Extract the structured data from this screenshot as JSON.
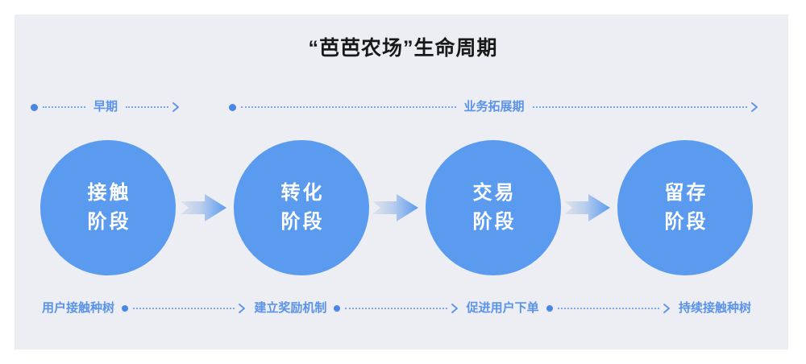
{
  "page": {
    "title": "“芭芭农场”生命周期",
    "panel_bg": "#eceef3",
    "accent": "#5b9bef",
    "label_color": "#5b93ea",
    "title_color": "#18191b"
  },
  "phases": [
    {
      "label": "早期"
    },
    {
      "label": "业务拓展期"
    }
  ],
  "stages": [
    {
      "line1": "接触",
      "line2": "阶段"
    },
    {
      "line1": "转化",
      "line2": "阶段"
    },
    {
      "line1": "交易",
      "line2": "阶段"
    },
    {
      "line1": "留存",
      "line2": "阶段"
    }
  ],
  "actions": [
    {
      "label": "用户接触种树"
    },
    {
      "label": "建立奖励机制"
    },
    {
      "label": "促进用户下单"
    },
    {
      "label": "持续接触种树"
    }
  ],
  "icons": {
    "timeline_dot": "timeline-dot-icon",
    "chevron_arrow": "chevron-right-arrow-icon",
    "flow_arrow": "flow-block-arrow-icon"
  }
}
